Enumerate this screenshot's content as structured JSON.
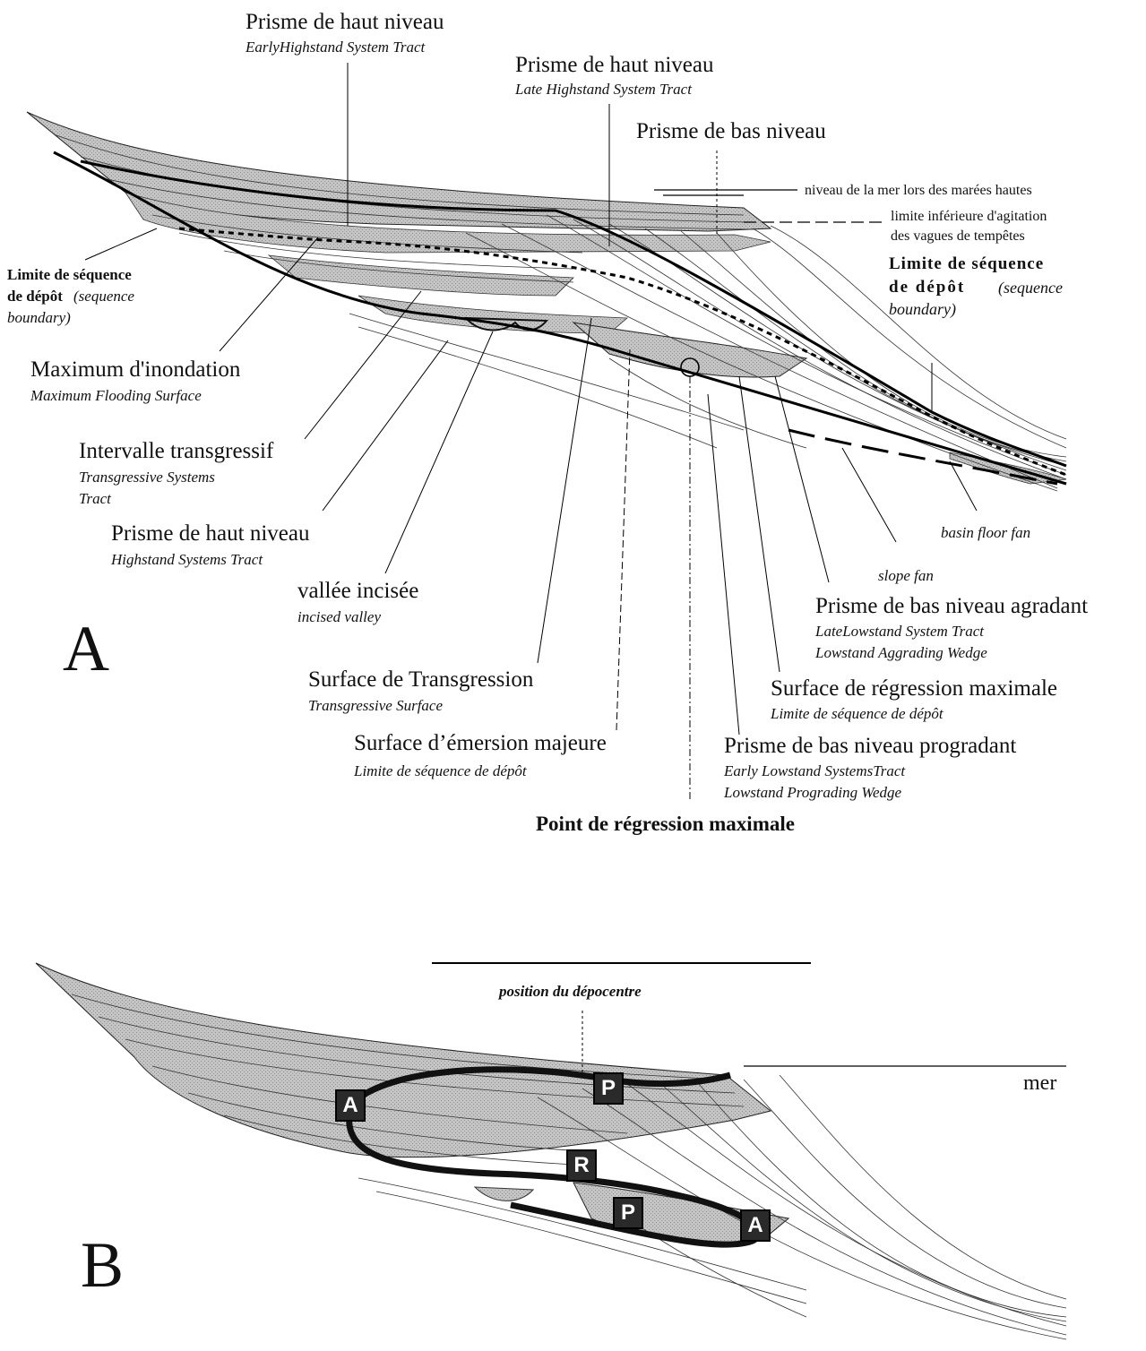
{
  "panel_a": {
    "letter": "A",
    "early_highstand": {
      "title": "Prisme de haut niveau",
      "subtitle": "EarlyHighstand System Tract"
    },
    "late_highstand": {
      "title": "Prisme de haut niveau",
      "subtitle": "Late Highstand System Tract"
    },
    "lowstand_top": {
      "title": "Prisme de bas niveau"
    },
    "sea_level_high_tide": "niveau de la mer lors des marées hautes",
    "storm_wave_base": [
      "limite inférieure d'agitation",
      "des vagues de tempêtes"
    ],
    "sequence_boundary_left": {
      "bold": [
        "Limite de séquence",
        "de dépôt"
      ],
      "italic": [
        "(sequence",
        "boundary)"
      ]
    },
    "sequence_boundary_right": {
      "bold": [
        "Limite de séquence",
        "de dépôt"
      ],
      "italic": [
        "(sequence",
        "boundary)"
      ]
    },
    "max_flooding": {
      "title": "Maximum d'inondation",
      "subtitle": "Maximum Flooding Surface"
    },
    "transgressive_tract": {
      "title": "Intervalle transgressif",
      "subtitle": [
        "Transgressive Systems",
        "Tract"
      ]
    },
    "highstand": {
      "title": "Prisme de haut niveau",
      "subtitle": "Highstand Systems Tract"
    },
    "incised_valley": {
      "title": "vallée incisée",
      "subtitle": "incised valley"
    },
    "transgressive_surface": {
      "title": "Surface de Transgression",
      "subtitle": "Transgressive Surface"
    },
    "emersion_surface": {
      "title": "Surface d’émersion majeure",
      "subtitle": "Limite de séquence de dépôt"
    },
    "basin_floor_fan": "basin floor fan",
    "slope_fan": "slope fan",
    "lowstand_aggrading": {
      "title": "Prisme de bas niveau agradant",
      "subtitle": [
        "LateLowstand System Tract",
        "Lowstand Aggrading Wedge"
      ]
    },
    "max_regression_surface": {
      "title": "Surface de régression maximale",
      "subtitle": "Limite de séquence de dépôt"
    },
    "lowstand_prograding": {
      "title": "Prisme de bas niveau progradant",
      "subtitle": [
        "Early Lowstand SystemsTract",
        "Lowstand Prograding Wedge"
      ]
    },
    "max_regression_point": "Point de régression maximale"
  },
  "panel_b": {
    "letter": "B",
    "depocentre": "position du dépocentre",
    "sea": "mer",
    "markers": [
      "A",
      "P",
      "R",
      "P",
      "A"
    ]
  },
  "colors": {
    "fill": "#b8b8b8",
    "ink": "#111111"
  }
}
